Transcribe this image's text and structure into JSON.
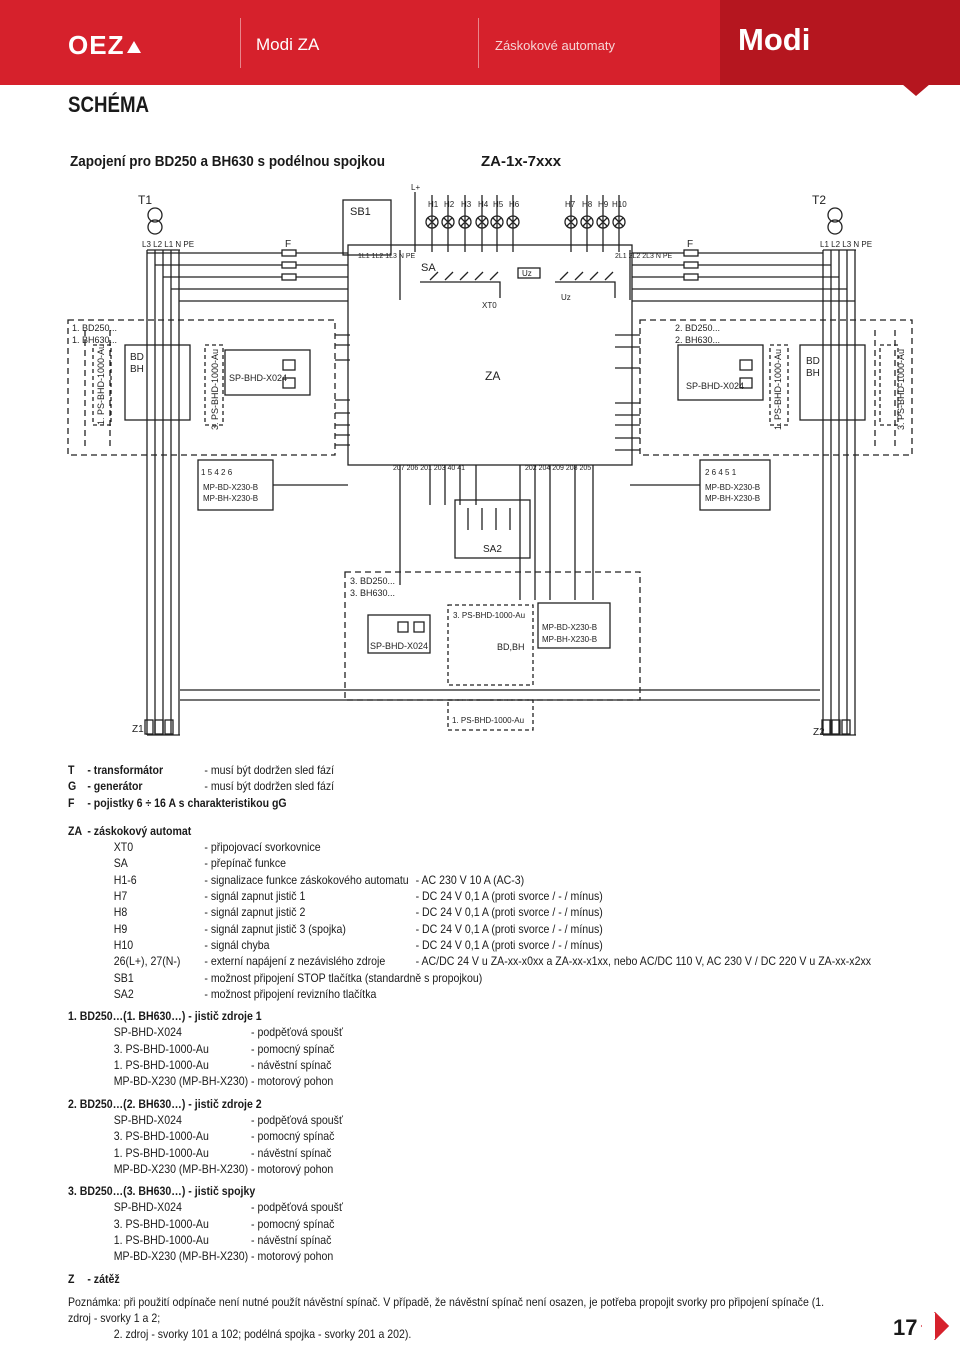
{
  "header": {
    "brand": "OEZ",
    "product": "Modi ZA",
    "subtitle": "Záskokové automaty",
    "series": "Modi"
  },
  "section_title": "SCHÉMA",
  "diagram": {
    "title": "Zapojení  pro BD250 a BH630 s podélnou spojkou",
    "code": "ZA-1x-7xxx",
    "labels": {
      "t1": "T1",
      "t2": "T2",
      "sb1": "SB1",
      "f": "F",
      "sa": "SA",
      "xt0": "XT0",
      "za": "ZA",
      "sa2": "SA2",
      "z1": "Z1",
      "z2": "Z2",
      "uz": "Uz",
      "lplus": "L+",
      "bd_1": "1. BD250...",
      "bh_1": "1. BH630...",
      "bd_2": "2. BD250...",
      "bh_2": "2. BH630...",
      "bd_3": "3. BD250...",
      "bh_3": "3. BH630...",
      "sp": "SP-BHD-X024",
      "ps1": "1. PS-BHD-1000-Au",
      "ps3": "3. PS-BHD-1000-Au",
      "mp_bd": "MP-BD-X230-B",
      "mp_bh": "MP-BH-X230-B",
      "bd": "BD",
      "bh": "BH",
      "bdbh": "BD,BH",
      "h1": "H1",
      "h2": "H2",
      "h3": "H3",
      "h4": "H4",
      "h5": "H5",
      "h6": "H6",
      "h7": "H7",
      "h8": "H8",
      "h9": "H9",
      "h10": "H10",
      "phases_left": "L3 L2 L1 N PE",
      "phases_right": "L1 L2 L3  N PE",
      "term_in": "1L1 1L2 1L3 N PE",
      "term_out": "2L1 2L2 2L3 N PE",
      "nb_row": "207      206 201 203   40    41",
      "nb_row2": "202 204 209     208 205",
      "mp_nums_l": "1  5  4       2  6",
      "mp_nums_r": "2  6       4  5  1"
    }
  },
  "legend": {
    "main": [
      {
        "code": "T",
        "name": "- transformátor",
        "desc": "- musí být dodržen sled fází"
      },
      {
        "code": "G",
        "name": "- generátor",
        "desc": "- musí být dodržen sled fází"
      },
      {
        "code": "F",
        "name": "- pojistky 6 ÷ 16 A s charakteristikou gG",
        "desc": ""
      }
    ],
    "za_code": "ZA",
    "za_name": "- záskokový automat",
    "za_items": [
      {
        "code": "XT0",
        "desc": "- připojovací svorkovnice",
        "spec": ""
      },
      {
        "code": "SA",
        "desc": "- přepínač funkce",
        "spec": ""
      },
      {
        "code": "H1-6",
        "desc": "- signalizace funkce záskokového automatu",
        "spec": "- AC 230 V 10 A (AC-3)"
      },
      {
        "code": "H7",
        "desc": "- signál zapnut jistič 1",
        "spec": "- DC 24 V  0,1 A  (proti svorce / - / mínus)"
      },
      {
        "code": "H8",
        "desc": "- signál zapnut jistič 2",
        "spec": "- DC 24 V  0,1 A  (proti svorce / - / mínus)"
      },
      {
        "code": "H9",
        "desc": "- signál zapnut jistič 3 (spojka)",
        "spec": "- DC 24 V  0,1 A  (proti svorce / - / mínus)"
      },
      {
        "code": "H10",
        "desc": "- signál chyba",
        "spec": "- DC 24 V  0,1 A  (proti svorce / - / mínus)"
      },
      {
        "code": "26(L+), 27(N-)",
        "desc": "- externí napájení z nezávislého zdroje",
        "spec": "- AC/DC 24 V u ZA-xx-x0xx a ZA-xx-x1xx, nebo  AC/DC 110 V, AC 230 V / DC 220 V u ZA-xx-x2xx"
      },
      {
        "code": "SB1",
        "desc": "- možnost připojení STOP tlačítka (standardně s propojkou)",
        "spec": ""
      },
      {
        "code": "SA2",
        "desc": "- možnost připojení revizního tlačítka",
        "spec": ""
      }
    ],
    "groups": [
      {
        "title": "1. BD250…(1. BH630…) - jistič zdroje 1",
        "items": [
          {
            "code": "SP-BHD-X024",
            "desc": "- podpěťová spoušť"
          },
          {
            "code": "3. PS-BHD-1000-Au",
            "desc": "- pomocný spínač"
          },
          {
            "code": "1. PS-BHD-1000-Au",
            "desc": "- návěstní spínač"
          },
          {
            "code": "MP-BD-X230 (MP-BH-X230)",
            "desc": "- motorový pohon"
          }
        ]
      },
      {
        "title": "2. BD250…(2. BH630…) - jistič zdroje 2",
        "items": [
          {
            "code": "SP-BHD-X024",
            "desc": "- podpěťová spoušť"
          },
          {
            "code": "3. PS-BHD-1000-Au",
            "desc": "- pomocný spínač"
          },
          {
            "code": "1. PS-BHD-1000-Au",
            "desc": "- návěstní spínač"
          },
          {
            "code": "MP-BD-X230 (MP-BH-X230)",
            "desc": "- motorový pohon"
          }
        ]
      },
      {
        "title": "3. BD250…(3. BH630…) - jistič spojky",
        "items": [
          {
            "code": "SP-BHD-X024",
            "desc": "- podpěťová spoušť"
          },
          {
            "code": "3. PS-BHD-1000-Au",
            "desc": "- pomocný spínač"
          },
          {
            "code": "1. PS-BHD-1000-Au",
            "desc": "- návěstní spínač"
          },
          {
            "code": "MP-BD-X230 (MP-BH-X230)",
            "desc": "- motorový pohon"
          }
        ]
      }
    ],
    "z_code": "Z",
    "z_name": "- zátěž"
  },
  "note_line1": "Poznámka: při použití odpínače není nutné použít návěstní spínač. V případě, že návěstní spínač není osazen, je potřeba propojit svorky pro připojení spínače (1. zdroj - svorky 1 a 2;",
  "note_line2": "2. zdroj - svorky 101 a 102; podélná spojka - svorky 201 a 202).",
  "page_number": "17",
  "colors": {
    "brand_red": "#d6212c",
    "brand_dark_red": "#b5161f"
  }
}
